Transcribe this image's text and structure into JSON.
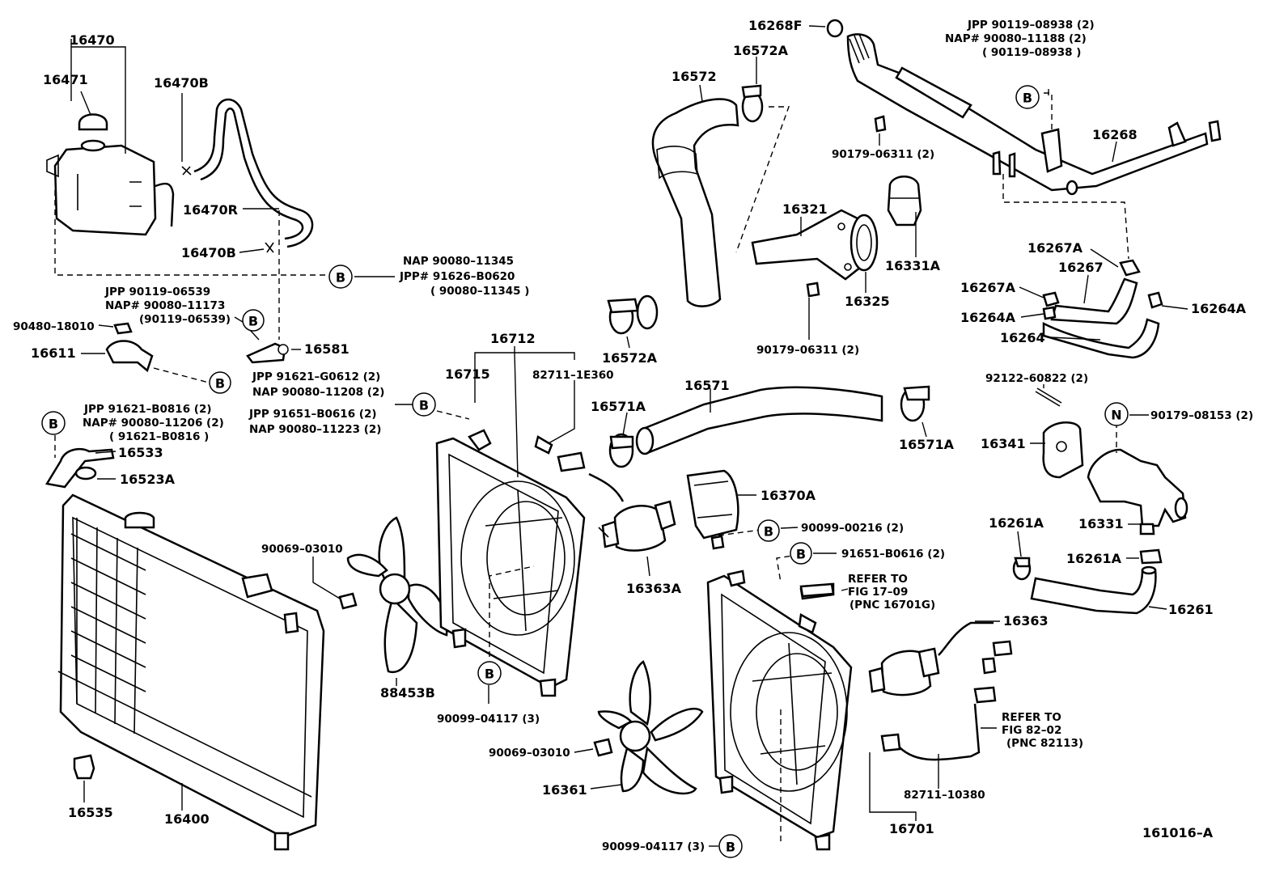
{
  "diagram_id": "161016–A",
  "markers": {
    "B": "B",
    "N": "N"
  },
  "labels": {
    "p16470": "16470",
    "p16471": "16471",
    "p16470B_top": "16470B",
    "p16470R": "16470R",
    "p16470B_bot": "16470B",
    "p90480": "90480–18010",
    "p16611": "16611",
    "p16581": "16581",
    "p16533": "16533",
    "p16523A": "16523A",
    "p16400": "16400",
    "p16535": "16535",
    "p90069_a": "90069–03010",
    "p88453B": "88453B",
    "p16712": "16712",
    "p16715": "16715",
    "p82711_1E360": "82711–1E360",
    "p16363A": "16363A",
    "p90099_04117_a": "90099–04117 (3)",
    "p16572": "16572",
    "p16572A_top": "16572A",
    "p16572A_bot": "16572A",
    "p16268F": "16268F",
    "p90179_06311_a": "90179–06311 (2)",
    "p16268": "16268",
    "p16321": "16321",
    "p16325": "16325",
    "p16331A": "16331A",
    "p90179_06311_b": "90179–06311 (2)",
    "p16267A_a": "16267A",
    "p16267": "16267",
    "p16267A_b": "16267A",
    "p16264A_a": "16264A",
    "p16264A_b": "16264A",
    "p16264": "16264",
    "p16571": "16571",
    "p16571A_a": "16571A",
    "p16571A_b": "16571A",
    "p16370A": "16370A",
    "p90099_00216": "90099–00216 (2)",
    "p91651_B0616": "91651–B0616 (2)",
    "p92122": "92122–60822 (2)",
    "p16341": "16341",
    "p90179_08153": "90179–08153 (2)",
    "p16331": "16331",
    "p16261A_a": "16261A",
    "p16261A_b": "16261A",
    "p16261": "16261",
    "p16363": "16363",
    "p90069_b": "90069–03010",
    "p16361": "16361",
    "p82711_10380": "82711–10380",
    "p16701": "16701",
    "p90099_04117_b": "90099–04117 (3)"
  },
  "notes": {
    "top_right": [
      "JPP   90119–08938 (2)",
      "NAP#  90080–11188 (2)",
      "( 90119–08938 )"
    ],
    "nap_jpp_a": [
      "NAP   90080–11345",
      "JPP#  91626–B0620",
      "( 90080–11345 )"
    ],
    "jpp_nap_b": [
      "JPP    90119–06539",
      "NAP#  90080–11173",
      "(90119–06539)"
    ],
    "jpp_nap_c": [
      "JPP  91621–G0612 (2)",
      "NAP  90080–11208 (2)"
    ],
    "jpp_nap_d": [
      "JPP    91621–B0816 (2)",
      "NAP#  90080–11206 (2)",
      "( 91621–B0816 )"
    ],
    "jpp_nap_e": [
      "JPP  91651–B0616 (2)",
      "NAP  90080–11223 (2)"
    ],
    "refer_a": [
      "REFER TO",
      "FIG 17–09",
      "(PNC 16701G)"
    ],
    "refer_b": [
      "REFER TO",
      "FIG 82–02",
      "(PNC 82113)"
    ]
  }
}
